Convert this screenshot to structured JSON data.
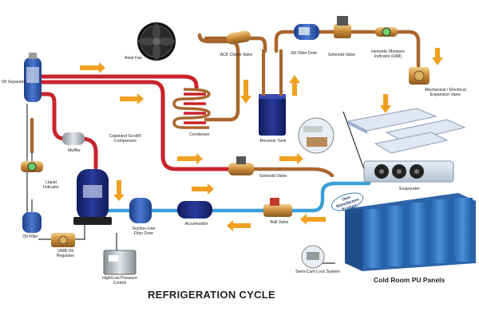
{
  "diagram": {
    "title": "REFRIGERATION CYCLE",
    "components": {
      "oil_separator": "Oil Separator",
      "axial_fan": "Axial Fan",
      "condenser": "Condenser",
      "ack_check_valve": "ACK Check Valve",
      "ek_filter_drier": "EK Filter Drier",
      "solenoid_valve_top": "Solenoid Valve",
      "moisture_indicator": "Hermetic Moisture Indicator (HMI)",
      "receiver_tank": "Receiver Tank",
      "expansion_valve": "Mechanical / Electrical Expansion Valve",
      "muffler": "Muffler",
      "compressor": "Copeland Scroll® Compressor",
      "solenoid_valve_mid": "Solenoid Valve",
      "evaporator": "Evaporator",
      "liquid_indicator": "Liquid Indicator",
      "oil_filter": "Oil Filter",
      "omb_oil_regulator": "OMB Oil Regulator",
      "pressure_control": "High/Low Pressure Control",
      "suction_filter_drier": "Suction-Line Filter Drier",
      "accumulator": "Accumulator",
      "ball_valve": "Ball Valve",
      "cam_lock": "Semi-Cam Lock System",
      "own_manufacture": "Own Manufacture Product",
      "cold_room_panels": "Cold Room PU Panels"
    },
    "colors": {
      "hot_gas_line": "#c8232c",
      "liquid_line": "#a8662e",
      "suction_line": "#3a9fd8",
      "flow_arrow": "#f0a020",
      "panel_blue": "#2f6fb6"
    }
  }
}
